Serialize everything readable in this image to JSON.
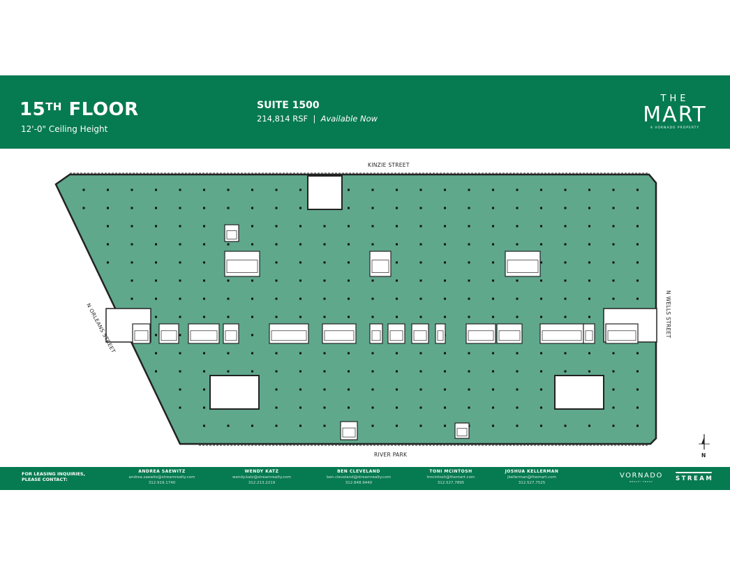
{
  "header": {
    "floor_number": "15",
    "floor_suffix": "TH",
    "floor_word": "FLOOR",
    "ceiling_height": "12'-0\" Ceiling Height",
    "suite": "SUITE 1500",
    "rsf": "214,814 RSF",
    "separator": "|",
    "availability": "Available Now",
    "logo": {
      "the": "THE",
      "mart": "MART",
      "tagline": "A VORNADO PROPERTY"
    }
  },
  "streets": {
    "north": "KINZIE STREET",
    "south": "RIVER PARK",
    "west": "N ORLEANS STREET",
    "east": "N WELLS STREET"
  },
  "north_arrow": {
    "label": "N",
    "icon": "north-arrow-icon"
  },
  "colors": {
    "brand_green": "#067a50",
    "floor_fill": "#5fa88c"
  },
  "footer": {
    "lease_line1": "FOR LEASING INQUIRIES,",
    "lease_line2": "PLEASE CONTACT:",
    "contacts": [
      {
        "name": "ANDREA SAEWITZ",
        "email": "andrea.saewitz@streamrealty.com",
        "phone": "312.919.1740"
      },
      {
        "name": "WENDY KATZ",
        "email": "wendy.katz@streamrealty.com",
        "phone": "312.213.2219"
      },
      {
        "name": "BEN CLEVELAND",
        "email": "ben.cleveland@streamrealty.com",
        "phone": "312.848.9440"
      },
      {
        "name": "TONI MCINTOSH",
        "email": "tmcintosh@themart.com",
        "phone": "312.527.7895"
      },
      {
        "name": "JOSHUA KELLERMAN",
        "email": "jkellerman@themart.com",
        "phone": "312.527.7525"
      }
    ],
    "vornado": "VORNADO",
    "vornado_sub": "REALTY TRUST",
    "stream": "STREAM"
  }
}
